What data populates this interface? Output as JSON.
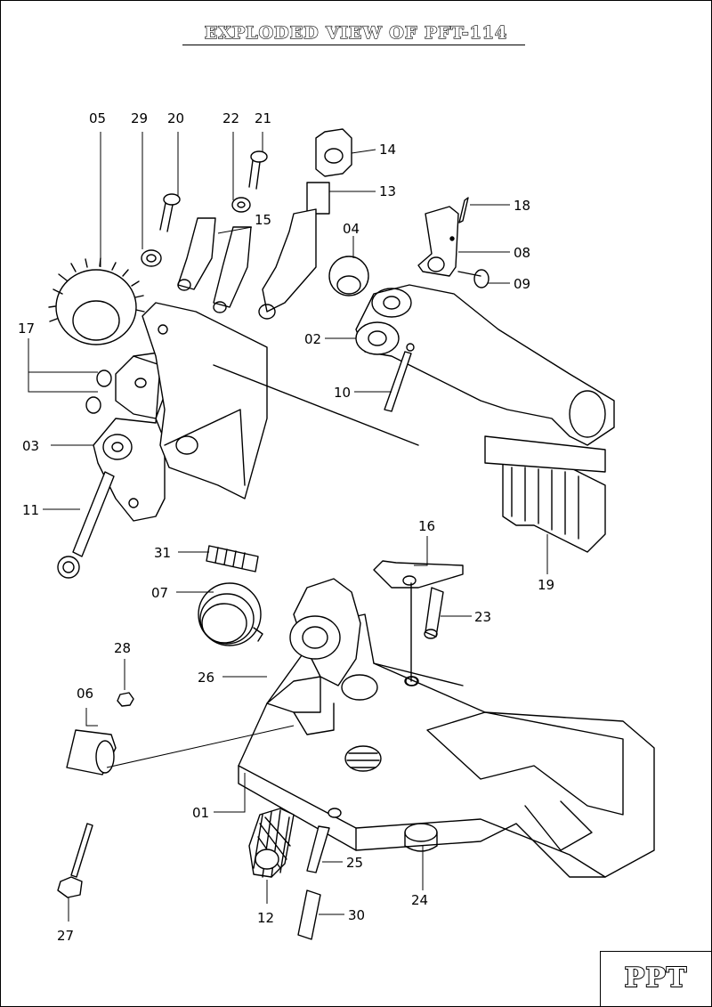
{
  "title": "EXPLODED VIEW OF PFT-114",
  "logo": "PPT",
  "parts": [
    {
      "id": "05"
    },
    {
      "id": "29"
    },
    {
      "id": "20"
    },
    {
      "id": "22"
    },
    {
      "id": "21"
    },
    {
      "id": "14"
    },
    {
      "id": "13"
    },
    {
      "id": "15"
    },
    {
      "id": "04"
    },
    {
      "id": "18"
    },
    {
      "id": "08"
    },
    {
      "id": "09"
    },
    {
      "id": "17"
    },
    {
      "id": "02"
    },
    {
      "id": "10"
    },
    {
      "id": "03"
    },
    {
      "id": "11"
    },
    {
      "id": "16"
    },
    {
      "id": "31"
    },
    {
      "id": "07"
    },
    {
      "id": "23"
    },
    {
      "id": "19"
    },
    {
      "id": "28"
    },
    {
      "id": "26"
    },
    {
      "id": "06"
    },
    {
      "id": "01"
    },
    {
      "id": "25"
    },
    {
      "id": "24"
    },
    {
      "id": "27"
    },
    {
      "id": "12"
    },
    {
      "id": "30"
    }
  ]
}
